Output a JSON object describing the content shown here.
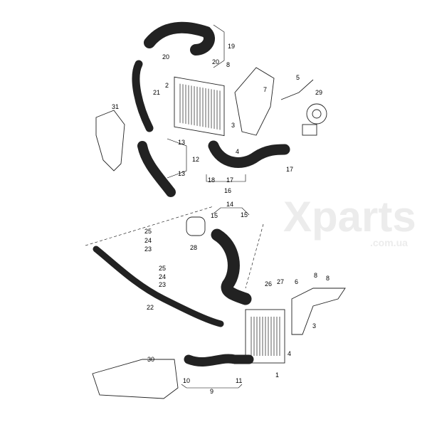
{
  "watermark": {
    "brand": "Xparts",
    "domain": ".com.ua"
  },
  "callouts": [
    "19",
    "20",
    "20",
    "21",
    "2",
    "8",
    "7",
    "5",
    "29",
    "31",
    "3",
    "4",
    "13",
    "12",
    "13",
    "18",
    "17",
    "16",
    "17",
    "14",
    "15",
    "15",
    "25",
    "24",
    "23",
    "28",
    "25",
    "24",
    "23",
    "27",
    "26",
    "6",
    "8",
    "8",
    "22",
    "3",
    "4",
    "30",
    "1",
    "10",
    "9",
    "11"
  ]
}
